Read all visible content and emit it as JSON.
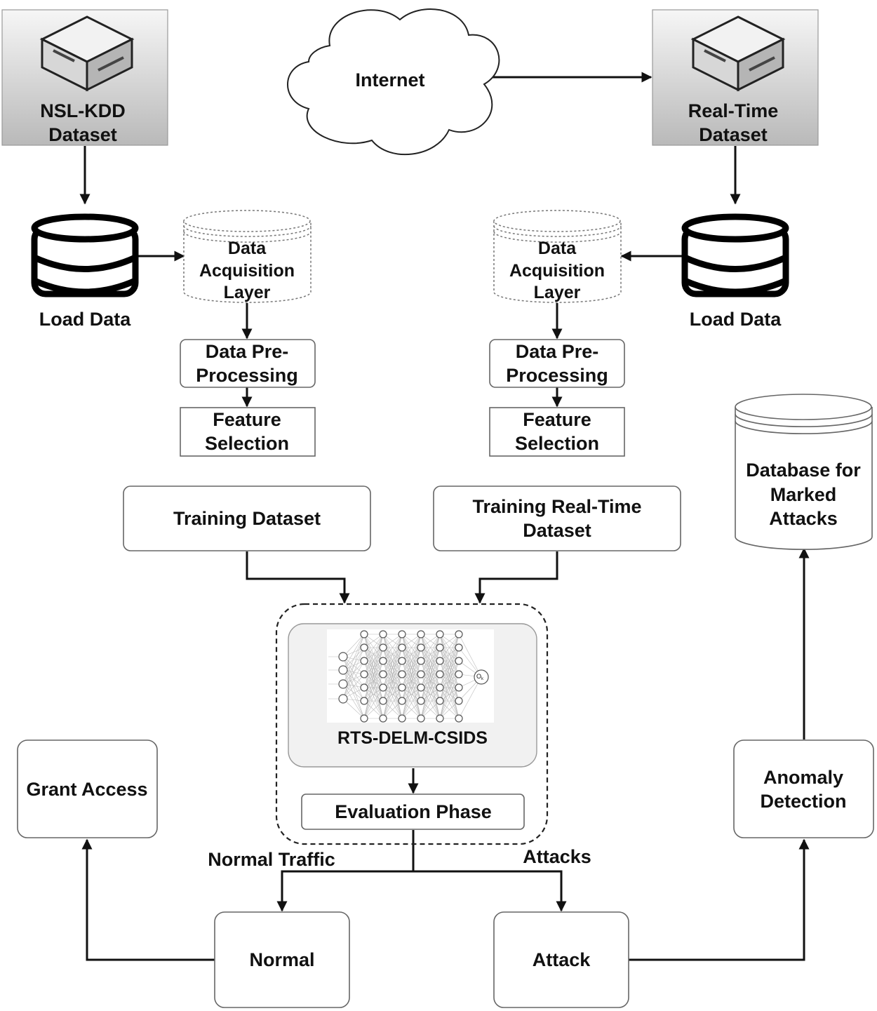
{
  "nodes": {
    "nslkdd": [
      "NSL-KDD",
      "Dataset"
    ],
    "realtime": [
      "Real-Time",
      "Dataset"
    ],
    "internet": "Internet",
    "load_left": "Load Data",
    "load_right": "Load Data",
    "acq_left": [
      "Data",
      "Acquisition",
      "Layer"
    ],
    "acq_right": [
      "Data",
      "Acquisition",
      "Layer"
    ],
    "prep_left": [
      "Data Pre-",
      "Processing"
    ],
    "prep_right": [
      "Data Pre-",
      "Processing"
    ],
    "feat_left": [
      "Feature",
      "Selection"
    ],
    "feat_right": [
      "Feature",
      "Selection"
    ],
    "training": "Training Dataset",
    "training_rt": [
      "Training Real-Time",
      "Dataset"
    ],
    "db_attacks": [
      "Database for",
      "Marked",
      "Attacks"
    ],
    "model": "RTS-DELM-CSIDS",
    "model_output": "O",
    "model_output_sub": "k",
    "evaluation": "Evaluation Phase",
    "grant": "Grant Access",
    "anomaly": [
      "Anomaly",
      "Detection"
    ],
    "normal": "Normal",
    "attack": "Attack"
  },
  "edge_labels": {
    "normal_traffic": "Normal Traffic",
    "attacks": "Attacks"
  },
  "colors": {
    "line": "#111111",
    "box_border": "#666666",
    "gradient_top": "#f6f6f6",
    "gradient_bottom": "#b9b9b9"
  }
}
